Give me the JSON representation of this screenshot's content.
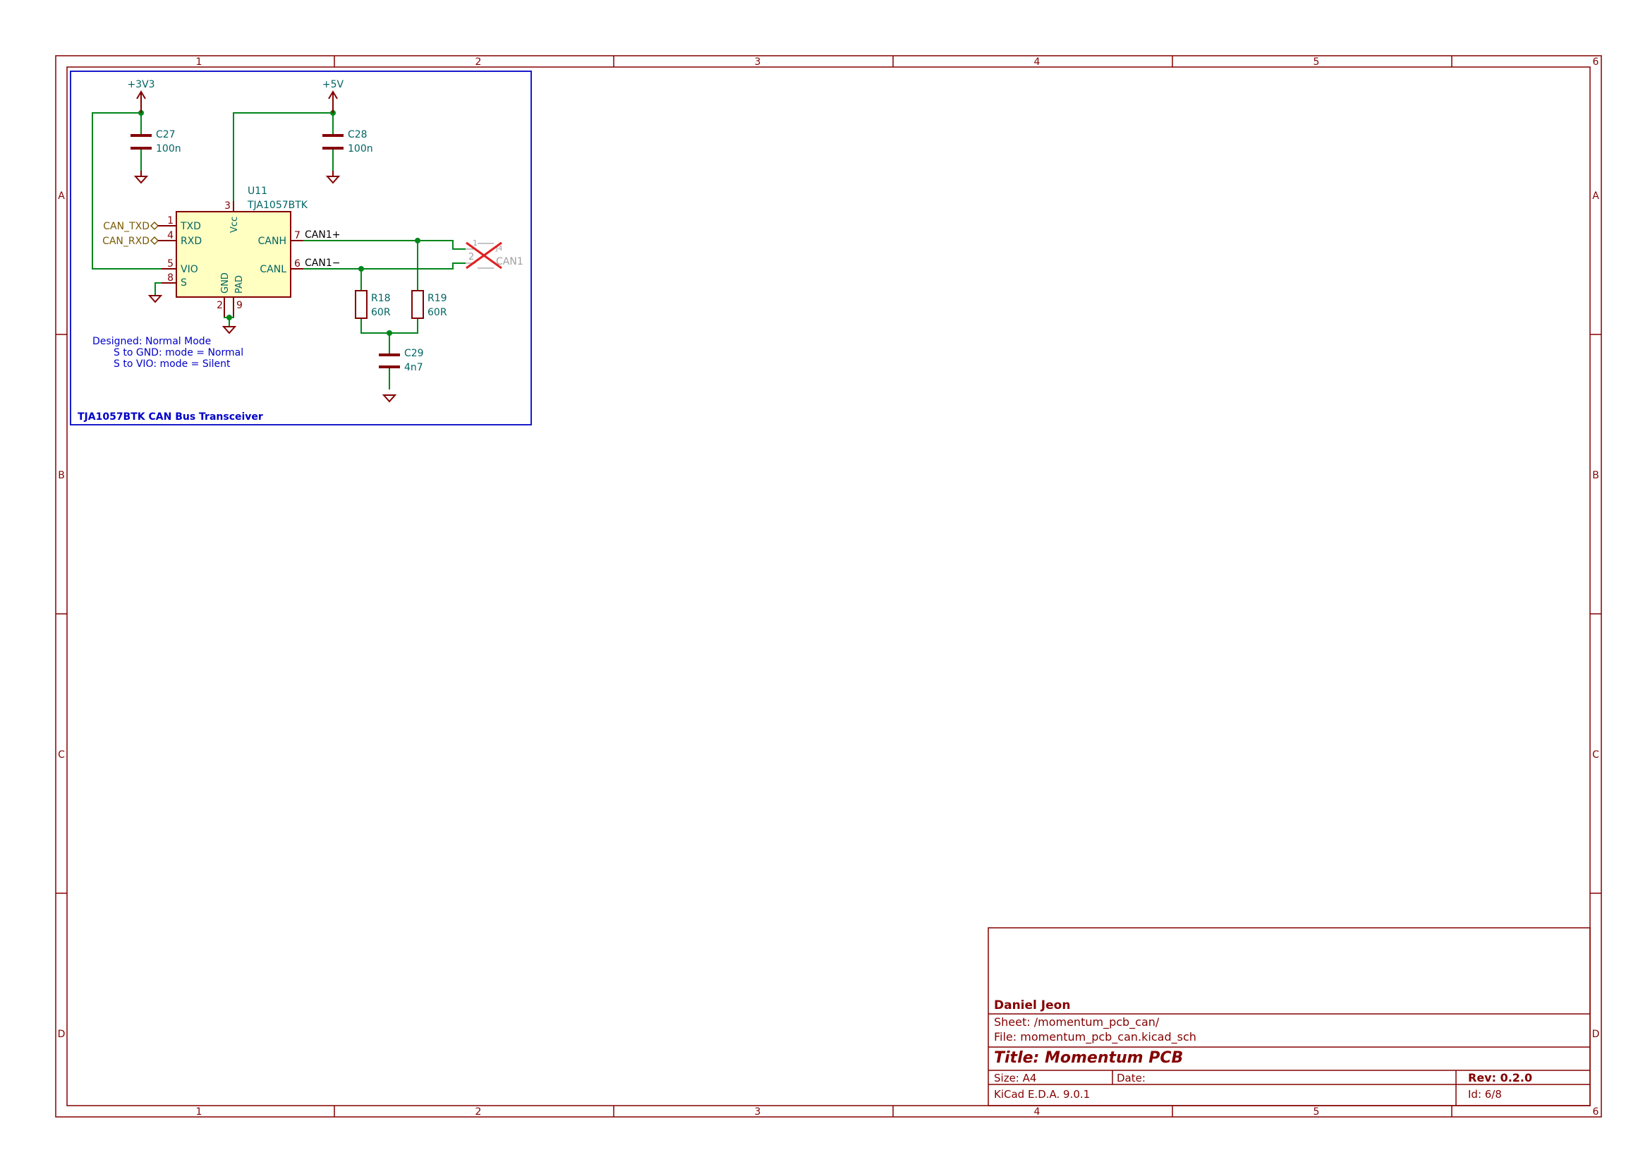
{
  "frame": {
    "col_labels": [
      "1",
      "2",
      "3",
      "4",
      "5",
      "6"
    ],
    "row_labels": [
      "A",
      "B",
      "C",
      "D"
    ]
  },
  "title_block": {
    "author": "Daniel Jeon",
    "sheet": "Sheet: /momentum_pcb_can/",
    "file": "File: momentum_pcb_can.kicad_sch",
    "title": "Title: Momentum PCB",
    "size": "Size: A4",
    "date": "Date:",
    "rev": "Rev: 0.2.0",
    "tool": "KiCad E.D.A. 9.0.1",
    "id": "Id: 6/8"
  },
  "schematic": {
    "block_title": "TJA1057BTK CAN Bus Transceiver",
    "power": {
      "v3": "+3V3",
      "v5": "+5V"
    },
    "components": {
      "C27": {
        "ref": "C27",
        "value": "100n"
      },
      "C28": {
        "ref": "C28",
        "value": "100n"
      },
      "C29": {
        "ref": "C29",
        "value": "4n7"
      },
      "R18": {
        "ref": "R18",
        "value": "60R"
      },
      "R19": {
        "ref": "R19",
        "value": "60R"
      },
      "U11": {
        "ref": "U11",
        "value": "TJA1057BTK"
      }
    },
    "pins": {
      "txd": {
        "num": "1",
        "name": "TXD"
      },
      "rxd": {
        "num": "4",
        "name": "RXD"
      },
      "vio": {
        "num": "5",
        "name": "VIO"
      },
      "s": {
        "num": "8",
        "name": "S"
      },
      "vcc": {
        "num": "3",
        "name": "Vcc"
      },
      "canh": {
        "num": "7",
        "name": "CANH"
      },
      "canl": {
        "num": "6",
        "name": "CANL"
      },
      "gnd": {
        "num": "2",
        "name": "GND"
      },
      "pad": {
        "num": "9",
        "name": "PAD"
      }
    },
    "labels": {
      "can_txd": "CAN_TXD",
      "can_rxd": "CAN_RXD",
      "can1p": "CAN1+",
      "can1m": "CAN1−",
      "conn_name": "CAN1",
      "conn_pin1": "1",
      "conn_pin2": "2",
      "conn_ghost": "J4"
    },
    "note": {
      "line1": "Designed: Normal Mode",
      "line2": "S to GND: mode = Normal",
      "line3": "S to VIO: mode = Silent"
    }
  },
  "colors": {
    "frame": "#840000",
    "wire": "#00861a",
    "component_text": "#006464",
    "body_fill": "#ffffc2",
    "note_blue": "#0000c8",
    "no_connect": "#e02020"
  }
}
